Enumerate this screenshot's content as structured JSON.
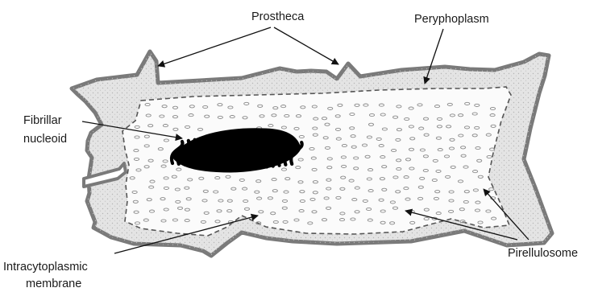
{
  "labels": {
    "prostheca": "Prostheca",
    "peryphoplasm": "Peryphoplasm",
    "fibrillar_line1": "Fibrillar",
    "fibrillar_line2": "nucleoid",
    "pirellulosome": "Pirellulosome",
    "icm_line1": "Intracytoplasmic",
    "icm_line2": "membrane"
  },
  "colors": {
    "cell_wall": "#7a7a7a",
    "peryphoplasm_fill": "#e4e4e4",
    "stipple": "#b5b5b5",
    "inner_membrane": "#555555",
    "pirellulosome_fill": "#fbfbfb",
    "vesicle": "#8a8a8a",
    "nucleoid": "#000000",
    "arrow": "#111111",
    "text": "#1a1a1a"
  }
}
